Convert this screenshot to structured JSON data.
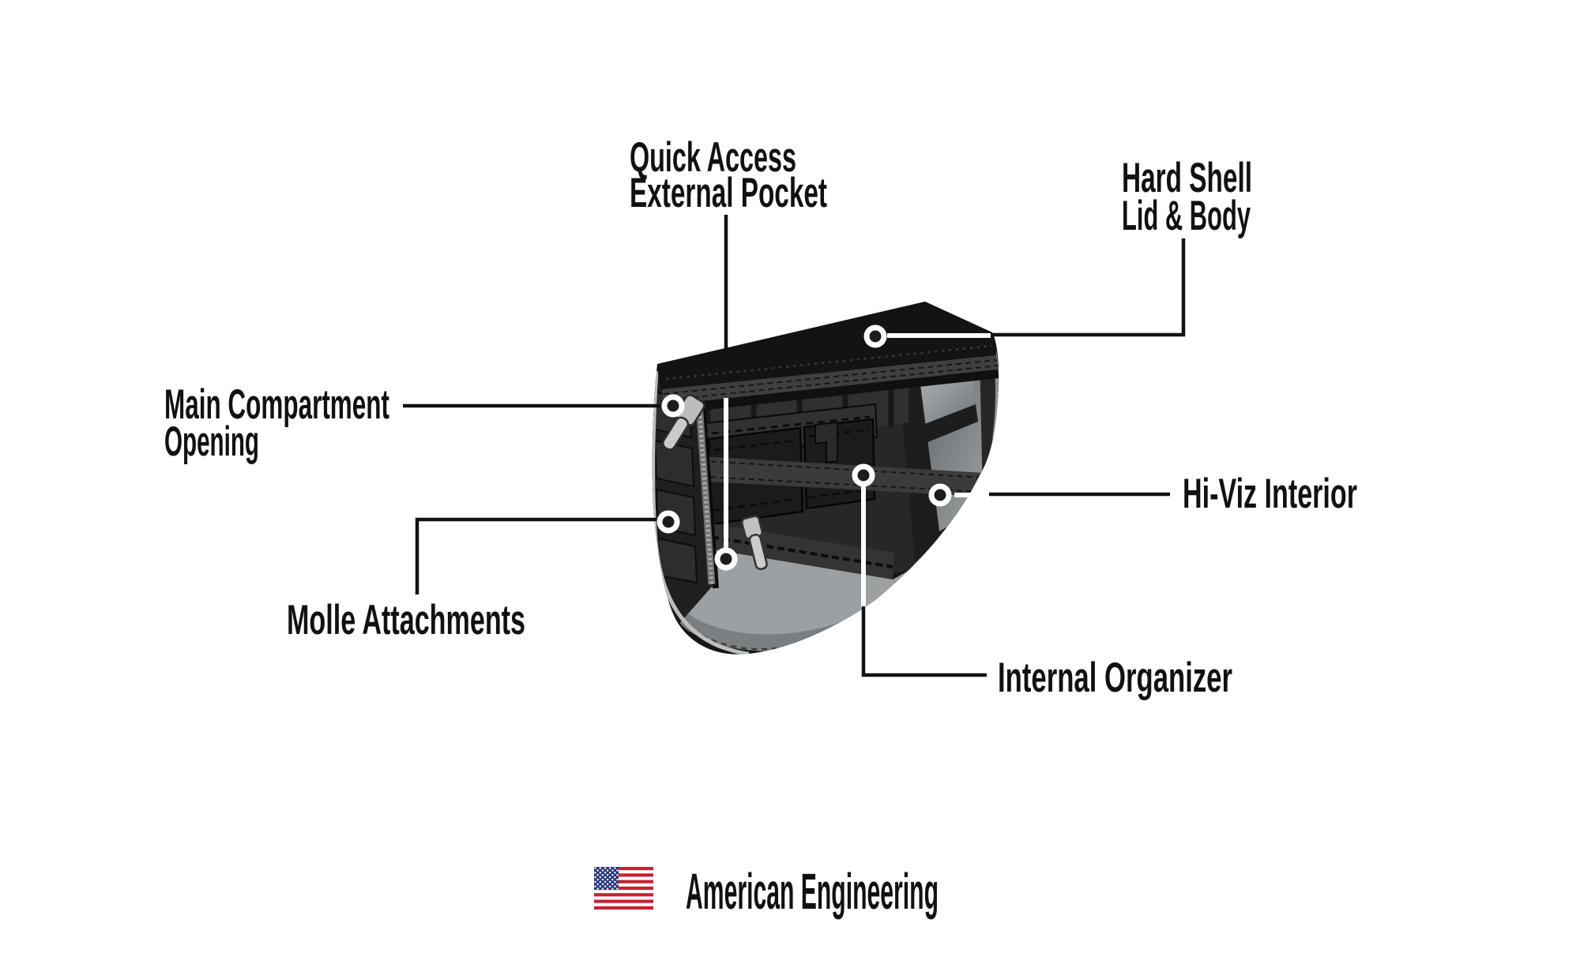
{
  "diagram": {
    "subject": "hard-shell motorcycle saddlebag, three-quarter view with open lid showing interior"
  },
  "callouts": {
    "quick_access": {
      "line1": "Quick Access",
      "line2": "External Pocket"
    },
    "hard_shell": {
      "line1": "Hard Shell",
      "line2": "Lid & Body"
    },
    "main_compartment": {
      "line1": "Main Compartment",
      "line2": "Opening"
    },
    "molle": {
      "label": "Molle Attachments"
    },
    "hi_viz": {
      "label": "Hi-Viz Interior"
    },
    "internal_organizer": {
      "label": "Internal Organizer"
    }
  },
  "footer": {
    "tagline": "American Engineering"
  },
  "icons": {
    "flag": "us-flag-icon",
    "marker": "callout-dot"
  },
  "colors": {
    "label_text": "#111111",
    "leader_line": "#121212",
    "marker_ring": "#FFFFFF",
    "shell_black": "#161616",
    "interior_wall": "#272727",
    "hi_viz_gray": "#9CA0A3",
    "flag_red": "#C8202F",
    "flag_blue": "#283577"
  }
}
